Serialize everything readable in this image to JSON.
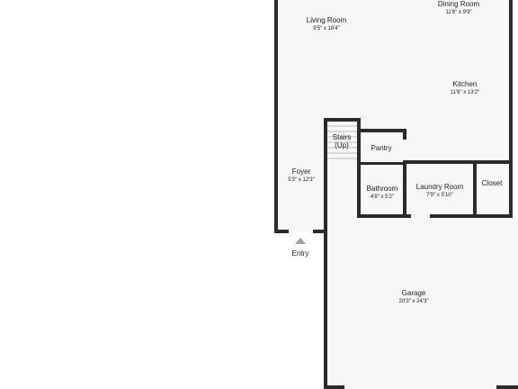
{
  "rooms": {
    "living_room": {
      "name": "Living Room",
      "dims": "9'5\" x 18'4\""
    },
    "dining_room": {
      "name": "Dining Room",
      "dims": "11'6\" x 9'9\""
    },
    "kitchen": {
      "name": "Kitchen",
      "dims": "11'6\" x 13'2\""
    },
    "stairs": {
      "name": "Stairs",
      "note": "(Up)"
    },
    "pantry": {
      "name": "Pantry"
    },
    "foyer": {
      "name": "Foyer",
      "dims": "5'3\" x 12'3\""
    },
    "bathroom": {
      "name": "Bathroom",
      "dims": "4'8\" x 5'2\""
    },
    "laundry_room": {
      "name": "Laundry Room",
      "dims": "7'9\" x 5'10\""
    },
    "closet": {
      "name": "Closet"
    },
    "garage": {
      "name": "Garage",
      "dims": "20'3\" x 24'3\""
    }
  },
  "entry": {
    "label": "Entry",
    "arrow_icon": "triangle-up-icon"
  },
  "colors": {
    "wall": "#2b2b2b",
    "floor": "#f7f7f7",
    "background": "#ffffff"
  }
}
